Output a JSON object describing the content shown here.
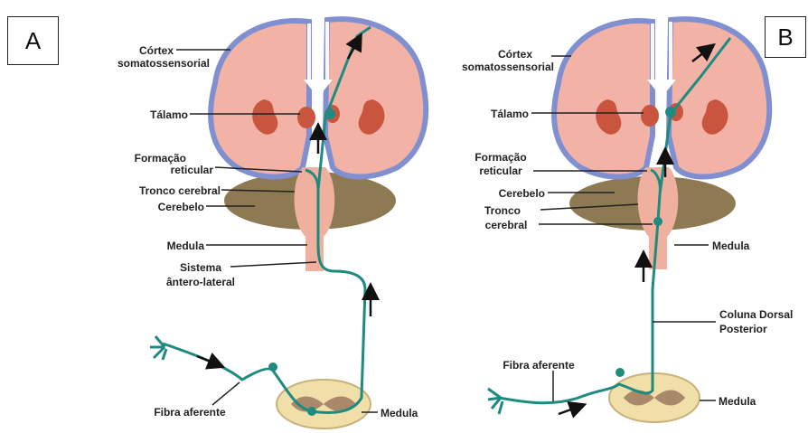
{
  "panels": {
    "a": {
      "letter": "A",
      "labels": {
        "cortex_1": "Córtex",
        "cortex_2": "somatossensorial",
        "thalamus": "Tálamo",
        "reticular_1": "Formação",
        "reticular_2": "reticular",
        "brainstem": "Tronco cerebral",
        "cerebellum": "Cerebelo",
        "medulla": "Medula",
        "system_1": "Sistema",
        "system_2": "ântero-lateral",
        "afferent": "Fibra aferente",
        "spinal": "Medula"
      }
    },
    "b": {
      "letter": "B",
      "labels": {
        "cortex_1": "Córtex",
        "cortex_2": "somatossensorial",
        "thalamus": "Tálamo",
        "reticular_1": "Formação",
        "reticular_2": "reticular",
        "cerebellum": "Cerebelo",
        "brainstem_1": "Tronco",
        "brainstem_2": "cerebral",
        "medulla": "Medula",
        "dorsal_1": "Coluna Dorsal",
        "dorsal_2": "Posterior",
        "afferent": "Fibra aferente",
        "spinal": "Medula"
      }
    }
  },
  "colors": {
    "cortex_fill": "#f2b3a6",
    "cortex_border": "#7f8fd0",
    "inner_structures": "#c9553f",
    "cerebellum": "#8e7a52",
    "brainstem": "#f0b09f",
    "pathway": "#1f8a80",
    "spinal_outer": "#f0dfa8",
    "spinal_inner": "#a9896a"
  }
}
